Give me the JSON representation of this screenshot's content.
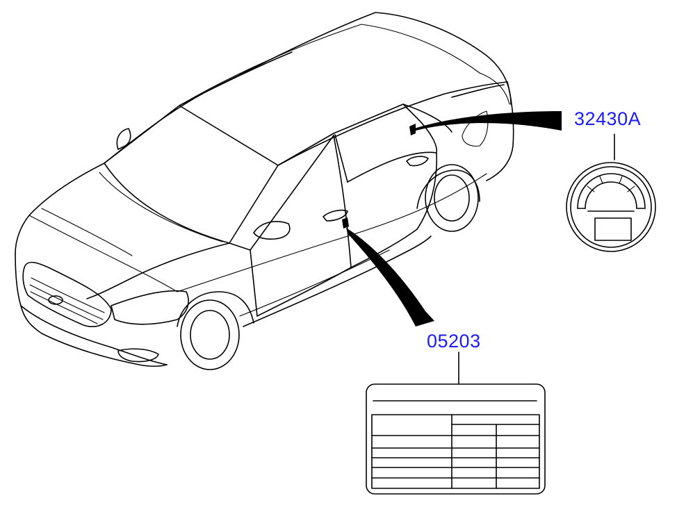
{
  "callouts": [
    {
      "part_number": "32430A",
      "color": "#1a1aff"
    },
    {
      "part_number": "05203",
      "color": "#1a1aff"
    }
  ],
  "icons": [
    "vehicle-illustration",
    "emission-label-icon",
    "tire-pressure-label-icon",
    "leader-arrow"
  ]
}
